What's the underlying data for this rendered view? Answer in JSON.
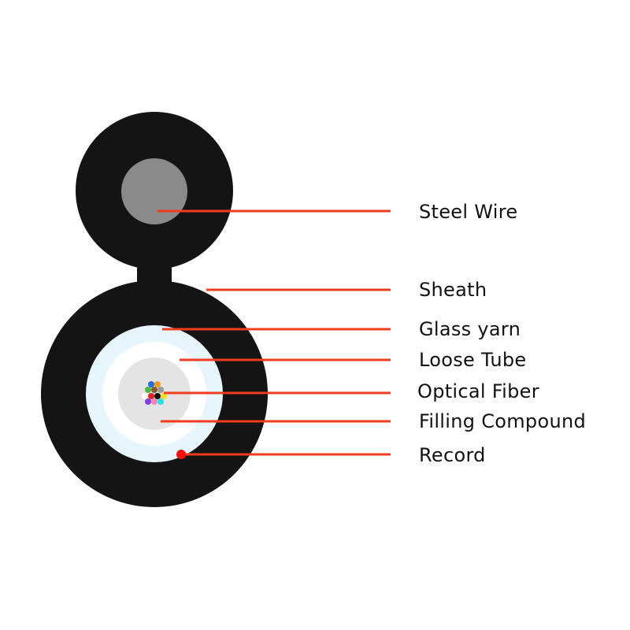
{
  "colors": {
    "sheath": "#141414",
    "steel_wire": "#8a8a8a",
    "glass_yarn": "#e6f6fc",
    "loose_tube": "#ffffff",
    "filling_compound": "#e4e4e4",
    "leader_line": "#f03c1e",
    "record_dot": "#ff0a0a",
    "label_text": "#111111"
  },
  "labels": {
    "steel_wire": "Steel Wire",
    "sheath": "Sheath",
    "glass_yarn": "Glass yarn",
    "loose_tube": "Loose Tube",
    "optical_fiber": "Optical Fiber",
    "filling_compound": "Filling Compound",
    "record": "Record"
  },
  "fibers": [
    {
      "icon": "fiber-icon",
      "color": "#1e6fe0"
    },
    {
      "icon": "fiber-icon",
      "color": "#f29a1a"
    },
    {
      "icon": "fiber-icon",
      "color": "#4ab840"
    },
    {
      "icon": "fiber-icon",
      "color": "#8a5a2b"
    },
    {
      "icon": "fiber-icon",
      "color": "#9a9a9a"
    },
    {
      "icon": "fiber-icon",
      "color": "#ffffff"
    },
    {
      "icon": "fiber-icon",
      "color": "#e82020"
    },
    {
      "icon": "fiber-icon",
      "color": "#111111"
    },
    {
      "icon": "fiber-icon",
      "color": "#f0e020"
    },
    {
      "icon": "fiber-icon",
      "color": "#8040e0"
    },
    {
      "icon": "fiber-icon",
      "color": "#ff80c0"
    },
    {
      "icon": "fiber-icon",
      "color": "#20e0e0"
    }
  ]
}
